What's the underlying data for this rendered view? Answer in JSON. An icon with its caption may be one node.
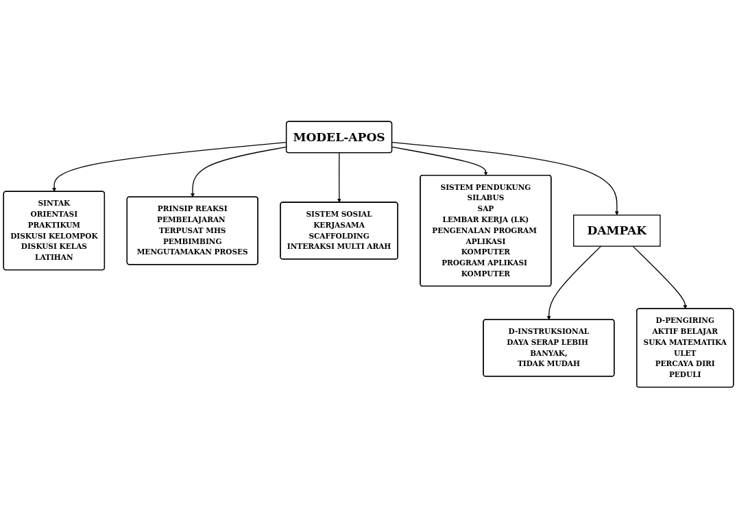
{
  "diagram": {
    "nodes": [
      {
        "text": [
          "SINTAK",
          "ORIENTASI",
          "PRAKTIKUM",
          "DISKUSI KELOMPOK",
          "DISKUSI KELAS",
          "LATIHAN"
        ]
      },
      {
        "text": [
          "PRINSIP REAKSI",
          "PEMBELAJARAN TERPUSAT MHS",
          "PEMBIMBING",
          "MENGUTAMAKAN PROSES"
        ]
      },
      {
        "text": [
          "SISTEM SOSIAL",
          "KERJASAMA",
          "SCAFFOLDING",
          "INTERAKSI MULTI ARAH"
        ]
      },
      {
        "text": [
          "MODEL-APOS"
        ]
      },
      {
        "text": [
          "SISTEM PENDUKUNG",
          "SILABUS",
          "SAP",
          "LEMBAR KERJA (LK)",
          "PENGENALAN PROGRAM APLIKASI",
          "KOMPUTER",
          "PROGRAM APLIKASI KOMPUTER"
        ]
      },
      {
        "text": [
          "DAMPAK"
        ]
      },
      {
        "text": [
          "D-INSTRUKSIONAL",
          "DAYA SERAP LEBIH BANYAK,",
          "TIDAK MUDAH"
        ]
      },
      {
        "text": [
          "D-PENGIRING",
          "AKTIF BELAJAR",
          "SUKA MATEMATIKA",
          "ULET",
          "PERCAYA DIRI",
          "PEDULI"
        ]
      }
    ],
    "edges": [
      {
        "from": 3,
        "to": 1,
        "arrow": "to"
      },
      {
        "from": 3,
        "to": 0,
        "arrow": "to"
      },
      {
        "from": 3,
        "to": 2,
        "arrow": "to"
      },
      {
        "from": 3,
        "to": 4,
        "arrow": "to"
      },
      {
        "from": 3,
        "to": 5,
        "arrow": "to"
      },
      {
        "from": 5,
        "to": 6,
        "arrow": "to"
      },
      {
        "from": 5,
        "to": 7,
        "arrow": "to"
      }
    ]
  }
}
